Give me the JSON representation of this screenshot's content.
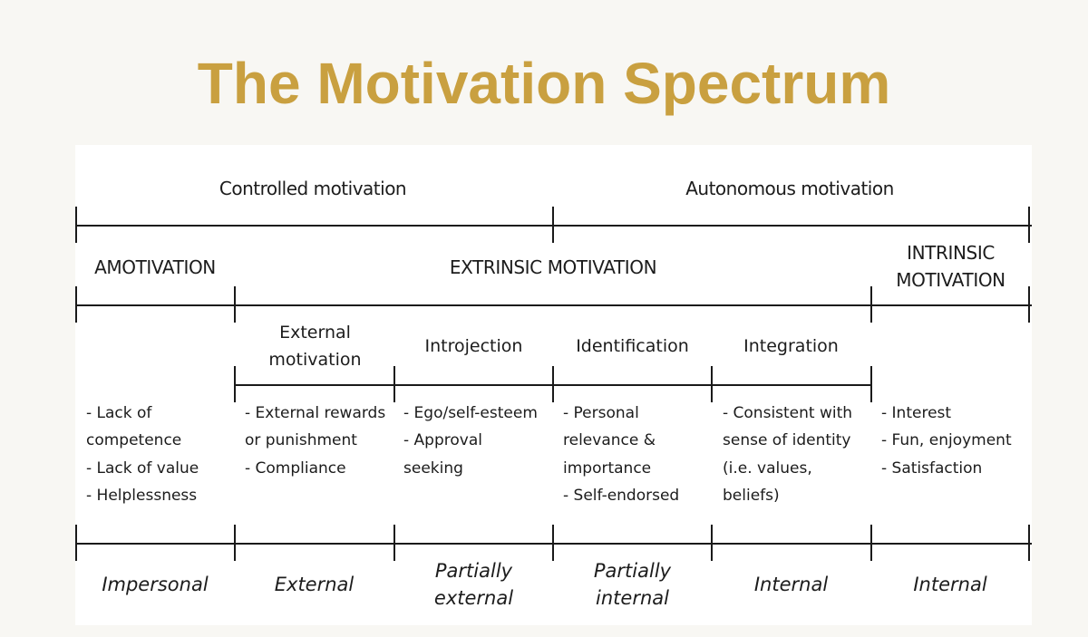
{
  "title": "The Motivation Spectrum",
  "top_labels": {
    "controlled": "Controlled motivation",
    "autonomous": "Autonomous motivation"
  },
  "categories": {
    "amotivation": "AMOTIVATION",
    "extrinsic": "EXTRINSIC MOTIVATION",
    "intrinsic_line1": "INTRINSIC",
    "intrinsic_line2": "MOTIVATION"
  },
  "regulations": [
    {
      "line1": "External",
      "line2": "motivation"
    },
    {
      "line1": "Introjection"
    },
    {
      "line1": "Identification"
    },
    {
      "line1": "Integration"
    }
  ],
  "descriptions": [
    [
      "- Lack of",
      "competence",
      "- Lack of value",
      "- Helplessness"
    ],
    [
      "- External rewards",
      "or punishment",
      "- Compliance"
    ],
    [
      "- Ego/self-esteem",
      "- Approval",
      "seeking"
    ],
    [
      "- Personal",
      "relevance &",
      "importance",
      "- Self-endorsed"
    ],
    [
      "- Consistent with",
      "sense of identity",
      "(i.e. values,",
      "beliefs)"
    ],
    [
      "- Interest",
      "- Fun, enjoyment",
      "- Satisfaction"
    ]
  ],
  "loci": [
    [
      "Impersonal"
    ],
    [
      "External"
    ],
    [
      "Partially",
      "external"
    ],
    [
      "Partially",
      "internal"
    ],
    [
      "Internal"
    ],
    [
      "Internal"
    ]
  ]
}
